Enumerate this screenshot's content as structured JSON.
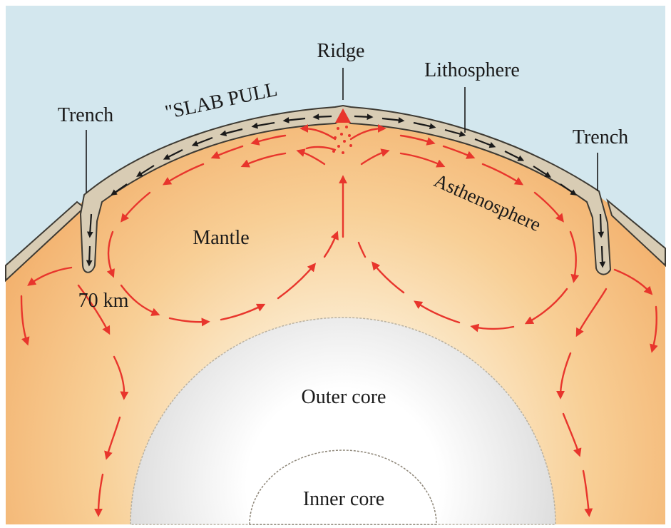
{
  "labels": {
    "ridge": "Ridge",
    "lithosphere": "Lithosphere",
    "slab_pull": "\"SLAB PULL",
    "trench_left": "Trench",
    "trench_right": "Trench",
    "asthenosphere": "Asthenosphere",
    "mantle": "Mantle",
    "depth_70km": "70 km",
    "outer_core": "Outer core",
    "inner_core": "Inner core"
  },
  "colors": {
    "sky": "#d3e7ee",
    "lithosphere": "#d8ccb4",
    "lithosphere_outline": "#3d3a33",
    "mantle_outer": "#f4b878",
    "mantle_inner": "#fbe7c6",
    "outer_core": "#f2f2f2",
    "inner_core": "#ffffff",
    "convection_arrows": "#e8352c",
    "plate_arrows": "#1a1a1a"
  }
}
